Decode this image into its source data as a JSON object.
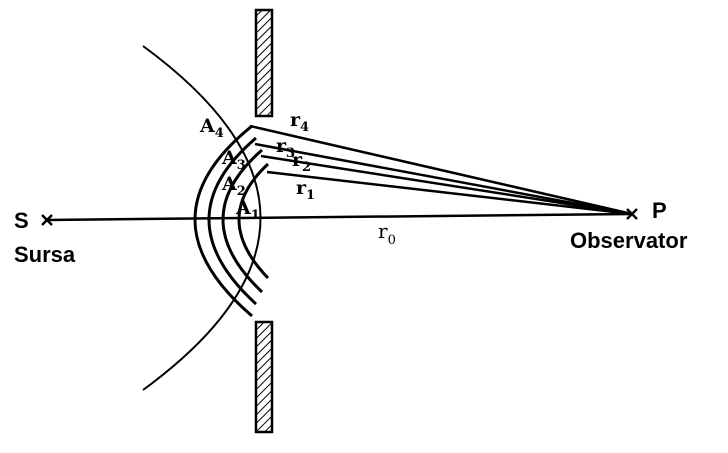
{
  "diagram": {
    "source": {
      "letter": "S",
      "caption": "Sursa"
    },
    "observer": {
      "letter": "P",
      "caption": "Observator"
    },
    "axis_label": {
      "main": "r",
      "sub": "0"
    },
    "ray_labels": [
      {
        "main": "r",
        "sub": "1"
      },
      {
        "main": "r",
        "sub": "2"
      },
      {
        "main": "r",
        "sub": "3"
      },
      {
        "main": "r",
        "sub": "4"
      }
    ],
    "zone_labels": [
      {
        "main": "A",
        "sub": "1"
      },
      {
        "main": "A",
        "sub": "2"
      },
      {
        "main": "A",
        "sub": "3"
      },
      {
        "main": "A",
        "sub": "4"
      }
    ],
    "colors": {
      "ink": "#000000",
      "background": "#ffffff"
    }
  }
}
